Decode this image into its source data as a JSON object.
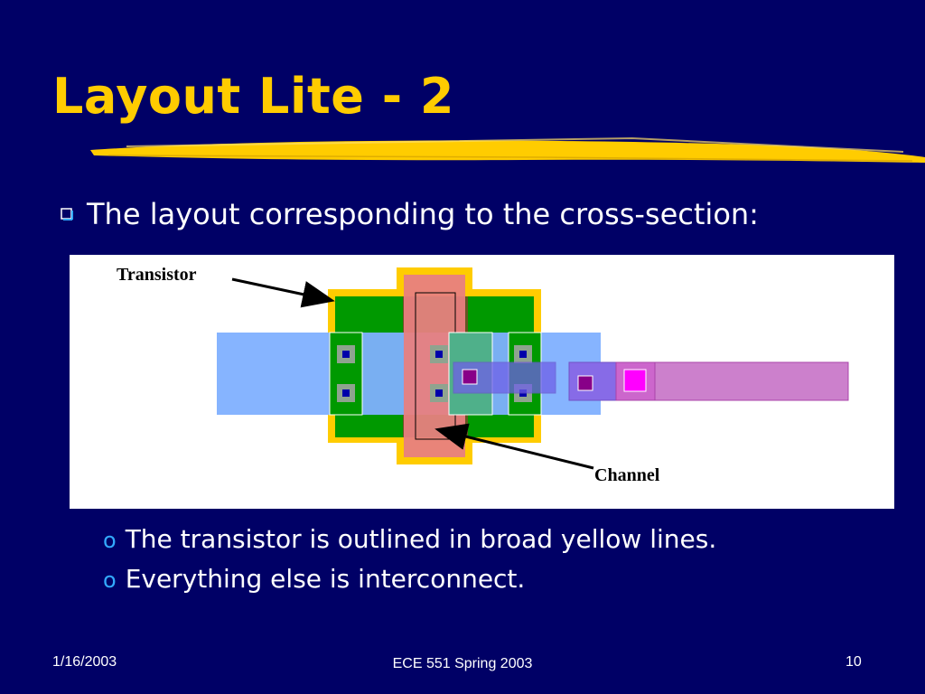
{
  "slide": {
    "title": "Layout Lite - 2",
    "bullet": "The layout corresponding to the cross-section:",
    "sub_bullets": [
      "The transistor is outlined in broad yellow lines.",
      "Everything else is interconnect."
    ],
    "sub_marker": "o"
  },
  "figure": {
    "label_transistor": "Transistor",
    "label_channel": "Channel"
  },
  "footer": {
    "date": "1/16/2003",
    "course": "ECE 551 Spring 2003",
    "page": "10"
  },
  "colors": {
    "background": "#000066",
    "title": "#ffcc00",
    "transistor_outline": "#ffcc00",
    "active": "#009900",
    "poly": "#e88080",
    "metal1": "#80b0ff",
    "metal2": "#cc80cc"
  }
}
